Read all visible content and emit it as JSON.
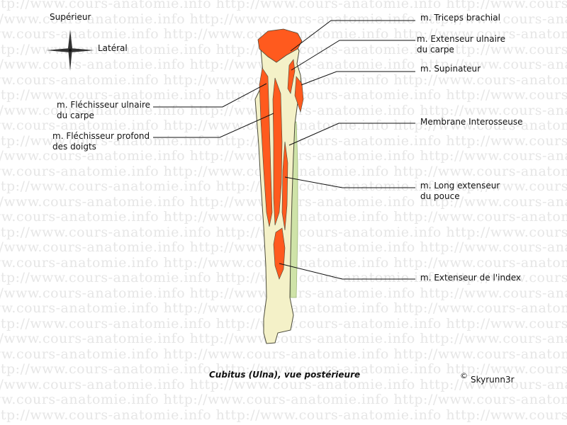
{
  "watermark_text": "http://www.cours-anatomie.info",
  "orientation": {
    "superior": "Supérieur",
    "lateral": "Latéral"
  },
  "labels_right": {
    "triceps": "m. Triceps brachial",
    "ext_ulnaire_1": "m. Extenseur ulnaire",
    "ext_ulnaire_2": "du carpe",
    "supinateur": "m. Supinateur",
    "membrane": "Membrane Interosseuse",
    "long_ext_1": "m. Long extenseur",
    "long_ext_2": "du pouce",
    "ext_index": "m. Extenseur de l'index"
  },
  "labels_left": {
    "flech_ulnaire_1": "m. Fléchisseur ulnaire",
    "flech_ulnaire_2": "du carpe",
    "flech_profond_1": "m. Fléchisseur profond",
    "flech_profond_2": "des doigts"
  },
  "caption": "Cubitus (Ulna), vue postérieure",
  "credit_symbol": "©",
  "credit_name": "Skyrunn3r",
  "colors": {
    "muscle": "#ff5a1e",
    "bone": "#f4f1c8",
    "membrane": "#cfe3a8",
    "outline": "#4a4a3a"
  }
}
